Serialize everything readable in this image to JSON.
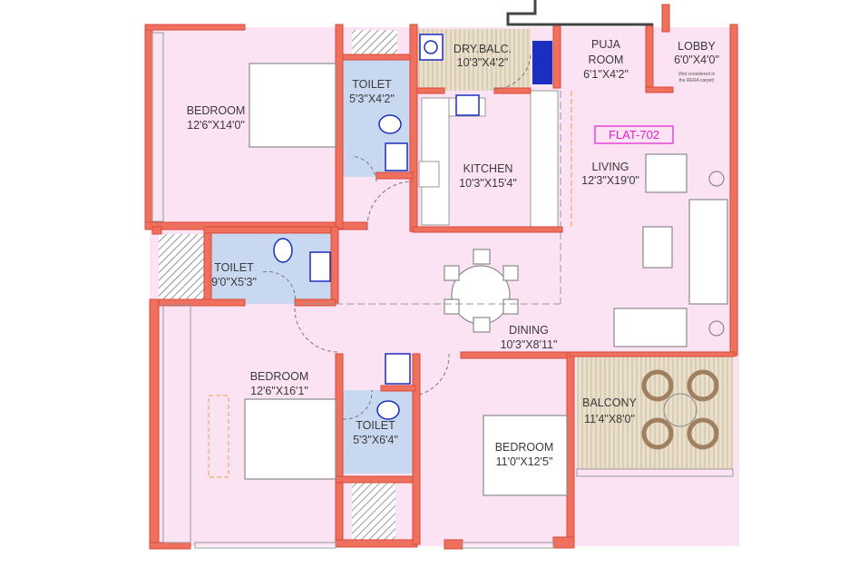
{
  "flat_label": "FLAT-702",
  "rooms": {
    "bedroom_1": {
      "name": "BEDROOM",
      "size": "12'6\"X14'0\""
    },
    "toilet_1": {
      "name": "TOILET",
      "size": "5'3\"X4'2\""
    },
    "dry_balcony": {
      "name": "DRY.BALC.",
      "size": "10'3\"X4'2\""
    },
    "puja_room": {
      "name": "PUJA",
      "name2": "ROOM",
      "size": "6'1\"X4'2\""
    },
    "lobby": {
      "name": "LOBBY",
      "size": "6'0\"X4'0\"",
      "note1": "(Not considered in",
      "note2": "the RERA carpet)"
    },
    "kitchen": {
      "name": "KITCHEN",
      "size": "10'3\"X15'4\""
    },
    "living": {
      "name": "LIVING",
      "size": "12'3\"X19'0\""
    },
    "toilet_2": {
      "name": "TOILET",
      "size": "9'0\"X5'3\""
    },
    "dining": {
      "name": "DINING",
      "size": "10'3\"X8'11\""
    },
    "bedroom_2": {
      "name": "BEDROOM",
      "size": "12'6\"X16'1\""
    },
    "toilet_3": {
      "name": "TOILET",
      "size": "5'3\"X6'4\""
    },
    "bedroom_3": {
      "name": "BEDROOM",
      "size": "11'0\"X12'5\""
    },
    "balcony": {
      "name": "BALCONY",
      "size": "11'4\"X8'0\""
    }
  },
  "colors": {
    "wall": "#f0705e",
    "room": "#fbe3f4",
    "wet": "#c8d8f0",
    "balcony": "#e8dcc6",
    "fixture": "#1a2fc0",
    "flat_label": "#e020d0"
  }
}
